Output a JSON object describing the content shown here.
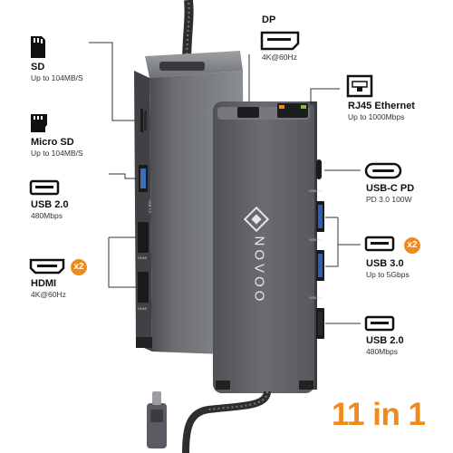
{
  "brand": "NOVOO",
  "headline": "11 in 1",
  "colors": {
    "accent": "#f08a1c",
    "body": "#5f6166",
    "cable": "#3a3a3a"
  },
  "badge": "x2",
  "left_ports": [
    {
      "title": "SD",
      "spec": "Up to 104MB/S",
      "icon": "sd-card-icon"
    },
    {
      "title": "Micro SD",
      "spec": "Up to 104MB/S",
      "icon": "micro-sd-icon"
    },
    {
      "title": "USB 2.0",
      "spec": "480Mbps",
      "icon": "usb-a-icon"
    },
    {
      "title": "HDMI",
      "spec": "4K@60Hz",
      "icon": "hdmi-icon"
    }
  ],
  "top_ports": [
    {
      "title": "DP",
      "spec": "4K@60Hz",
      "icon": "displayport-icon"
    },
    {
      "title": "RJ45 Ethernet",
      "spec": "Up to 1000Mbps",
      "icon": "ethernet-icon"
    }
  ],
  "right_ports": [
    {
      "title": "USB-C PD",
      "spec": "PD 3.0 100W",
      "icon": "usb-c-icon"
    },
    {
      "title": "USB 3.0",
      "spec": "Up to 5Gbps",
      "icon": "usb-a-icon"
    },
    {
      "title": "USB 2.0",
      "spec": "480Mbps",
      "icon": "usb-a-icon"
    }
  ],
  "side_markings": [
    "HDMI",
    "HDMI",
    "USB 2.0"
  ],
  "front_markings": [
    "USB 3.0",
    "USB 3.0",
    "USB 2.0"
  ]
}
